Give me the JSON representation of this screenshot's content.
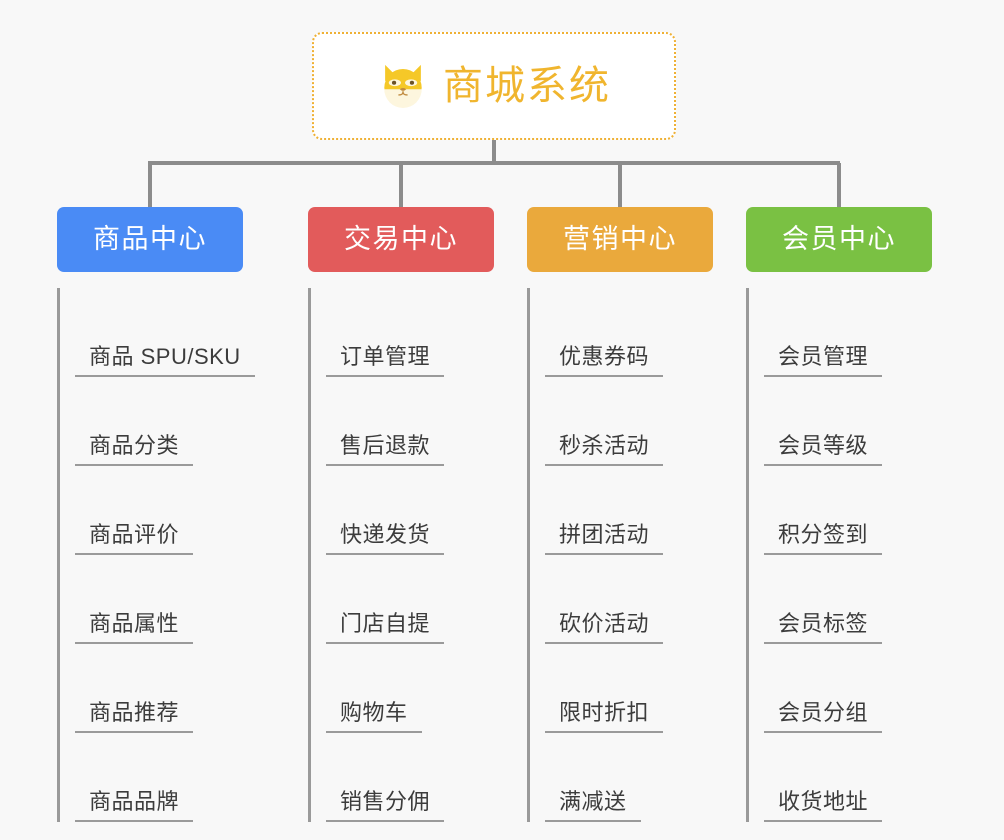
{
  "page": {
    "background_color": "#f8f8f8",
    "type": "organization-mindmap"
  },
  "root": {
    "title": "商城系统",
    "icon": "shiba-dog-face-icon",
    "text_color": "#f0b52e",
    "border_color": "#efb135",
    "background_color": "#ffffff",
    "border_style": "dotted"
  },
  "connector": {
    "color": "#8c8c8c"
  },
  "branches": [
    {
      "label": "商品中心",
      "color": "#4a8bf5",
      "items": [
        "商品 SPU/SKU",
        "商品分类",
        "商品评价",
        "商品属性",
        "商品推荐",
        "商品品牌"
      ]
    },
    {
      "label": "交易中心",
      "color": "#e25b5b",
      "items": [
        "订单管理",
        "售后退款",
        "快递发货",
        "门店自提",
        "购物车",
        "销售分佣"
      ]
    },
    {
      "label": "营销中心",
      "color": "#eaa93c",
      "items": [
        "优惠券码",
        "秒杀活动",
        "拼团活动",
        "砍价活动",
        "限时折扣",
        "满减送"
      ]
    },
    {
      "label": "会员中心",
      "color": "#7ac143",
      "items": [
        "会员管理",
        "会员等级",
        "积分签到",
        "会员标签",
        "会员分组",
        "收货地址"
      ]
    }
  ]
}
